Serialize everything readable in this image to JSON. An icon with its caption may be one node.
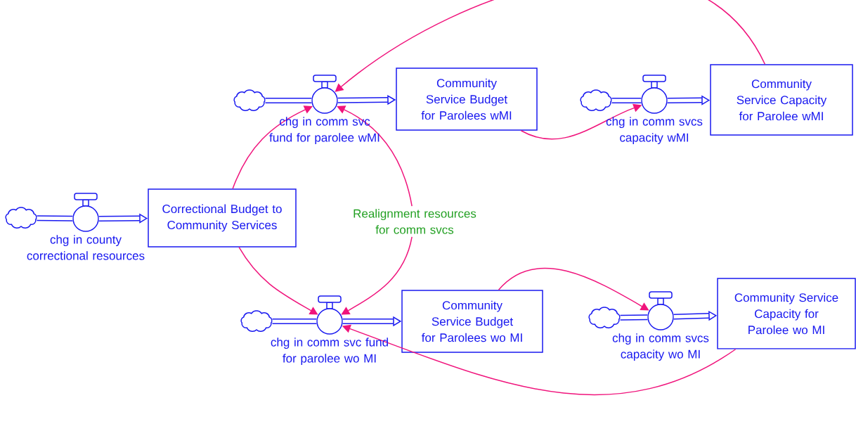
{
  "diagram": {
    "nodes": [
      {
        "text": [],
        "shape": "cloud"
      },
      {
        "text": [
          "chg in county correctional resources"
        ]
      },
      {
        "text": [
          "Correctional Budget to Community Services"
        ]
      },
      {
        "text": [],
        "shape": "cloud"
      },
      {
        "text": [
          "chg in comm svc fund for parolee wMI"
        ]
      },
      {
        "text": [
          "Community Service Budget for Parolees wMI"
        ]
      },
      {
        "text": [],
        "shape": "cloud"
      },
      {
        "text": [
          "chg in comm svcs capacity wMI"
        ]
      },
      {
        "text": [
          "Community Service Capacity for Parolee wMI"
        ]
      },
      {
        "text": [
          "Realignment resources for comm svcs"
        ]
      },
      {
        "text": [],
        "shape": "cloud"
      },
      {
        "text": [
          "chg in comm svc fund for parolee wo MI"
        ]
      },
      {
        "text": [
          "Community Service Budget for Parolees wo MI"
        ]
      },
      {
        "text": [],
        "shape": "cloud"
      },
      {
        "text": [
          "chg in comm svcs capacity wo MI"
        ]
      },
      {
        "text": [
          "Community Service Capacity for Parolee wo MI"
        ]
      }
    ],
    "edges": [
      {
        "from": 0,
        "to": 1,
        "arrow": "none"
      },
      {
        "from": 1,
        "to": 2,
        "arrow": "to"
      },
      {
        "from": 3,
        "to": 4,
        "arrow": "none"
      },
      {
        "from": 4,
        "to": 5,
        "arrow": "to"
      },
      {
        "from": 6,
        "to": 7,
        "arrow": "none"
      },
      {
        "from": 7,
        "to": 8,
        "arrow": "to"
      },
      {
        "from": 10,
        "to": 11,
        "arrow": "none"
      },
      {
        "from": 11,
        "to": 12,
        "arrow": "to"
      },
      {
        "from": 13,
        "to": 14,
        "arrow": "none"
      },
      {
        "from": 14,
        "to": 15,
        "arrow": "to"
      },
      {
        "from": 2,
        "to": 4,
        "arrow": "to",
        "color": "#f0147c"
      },
      {
        "from": 2,
        "to": 11,
        "arrow": "to",
        "color": "#f0147c"
      },
      {
        "from": 9,
        "to": 4,
        "arrow": "to",
        "color": "#f0147c"
      },
      {
        "from": 9,
        "to": 11,
        "arrow": "to",
        "color": "#f0147c"
      },
      {
        "from": 8,
        "to": 4,
        "arrow": "to",
        "color": "#f0147c"
      },
      {
        "from": 5,
        "to": 7,
        "arrow": "to",
        "color": "#f0147c"
      },
      {
        "from": 12,
        "to": 14,
        "arrow": "to",
        "color": "#f0147c"
      },
      {
        "from": 15,
        "to": 11,
        "arrow": "to",
        "color": "#f0147c"
      }
    ]
  }
}
